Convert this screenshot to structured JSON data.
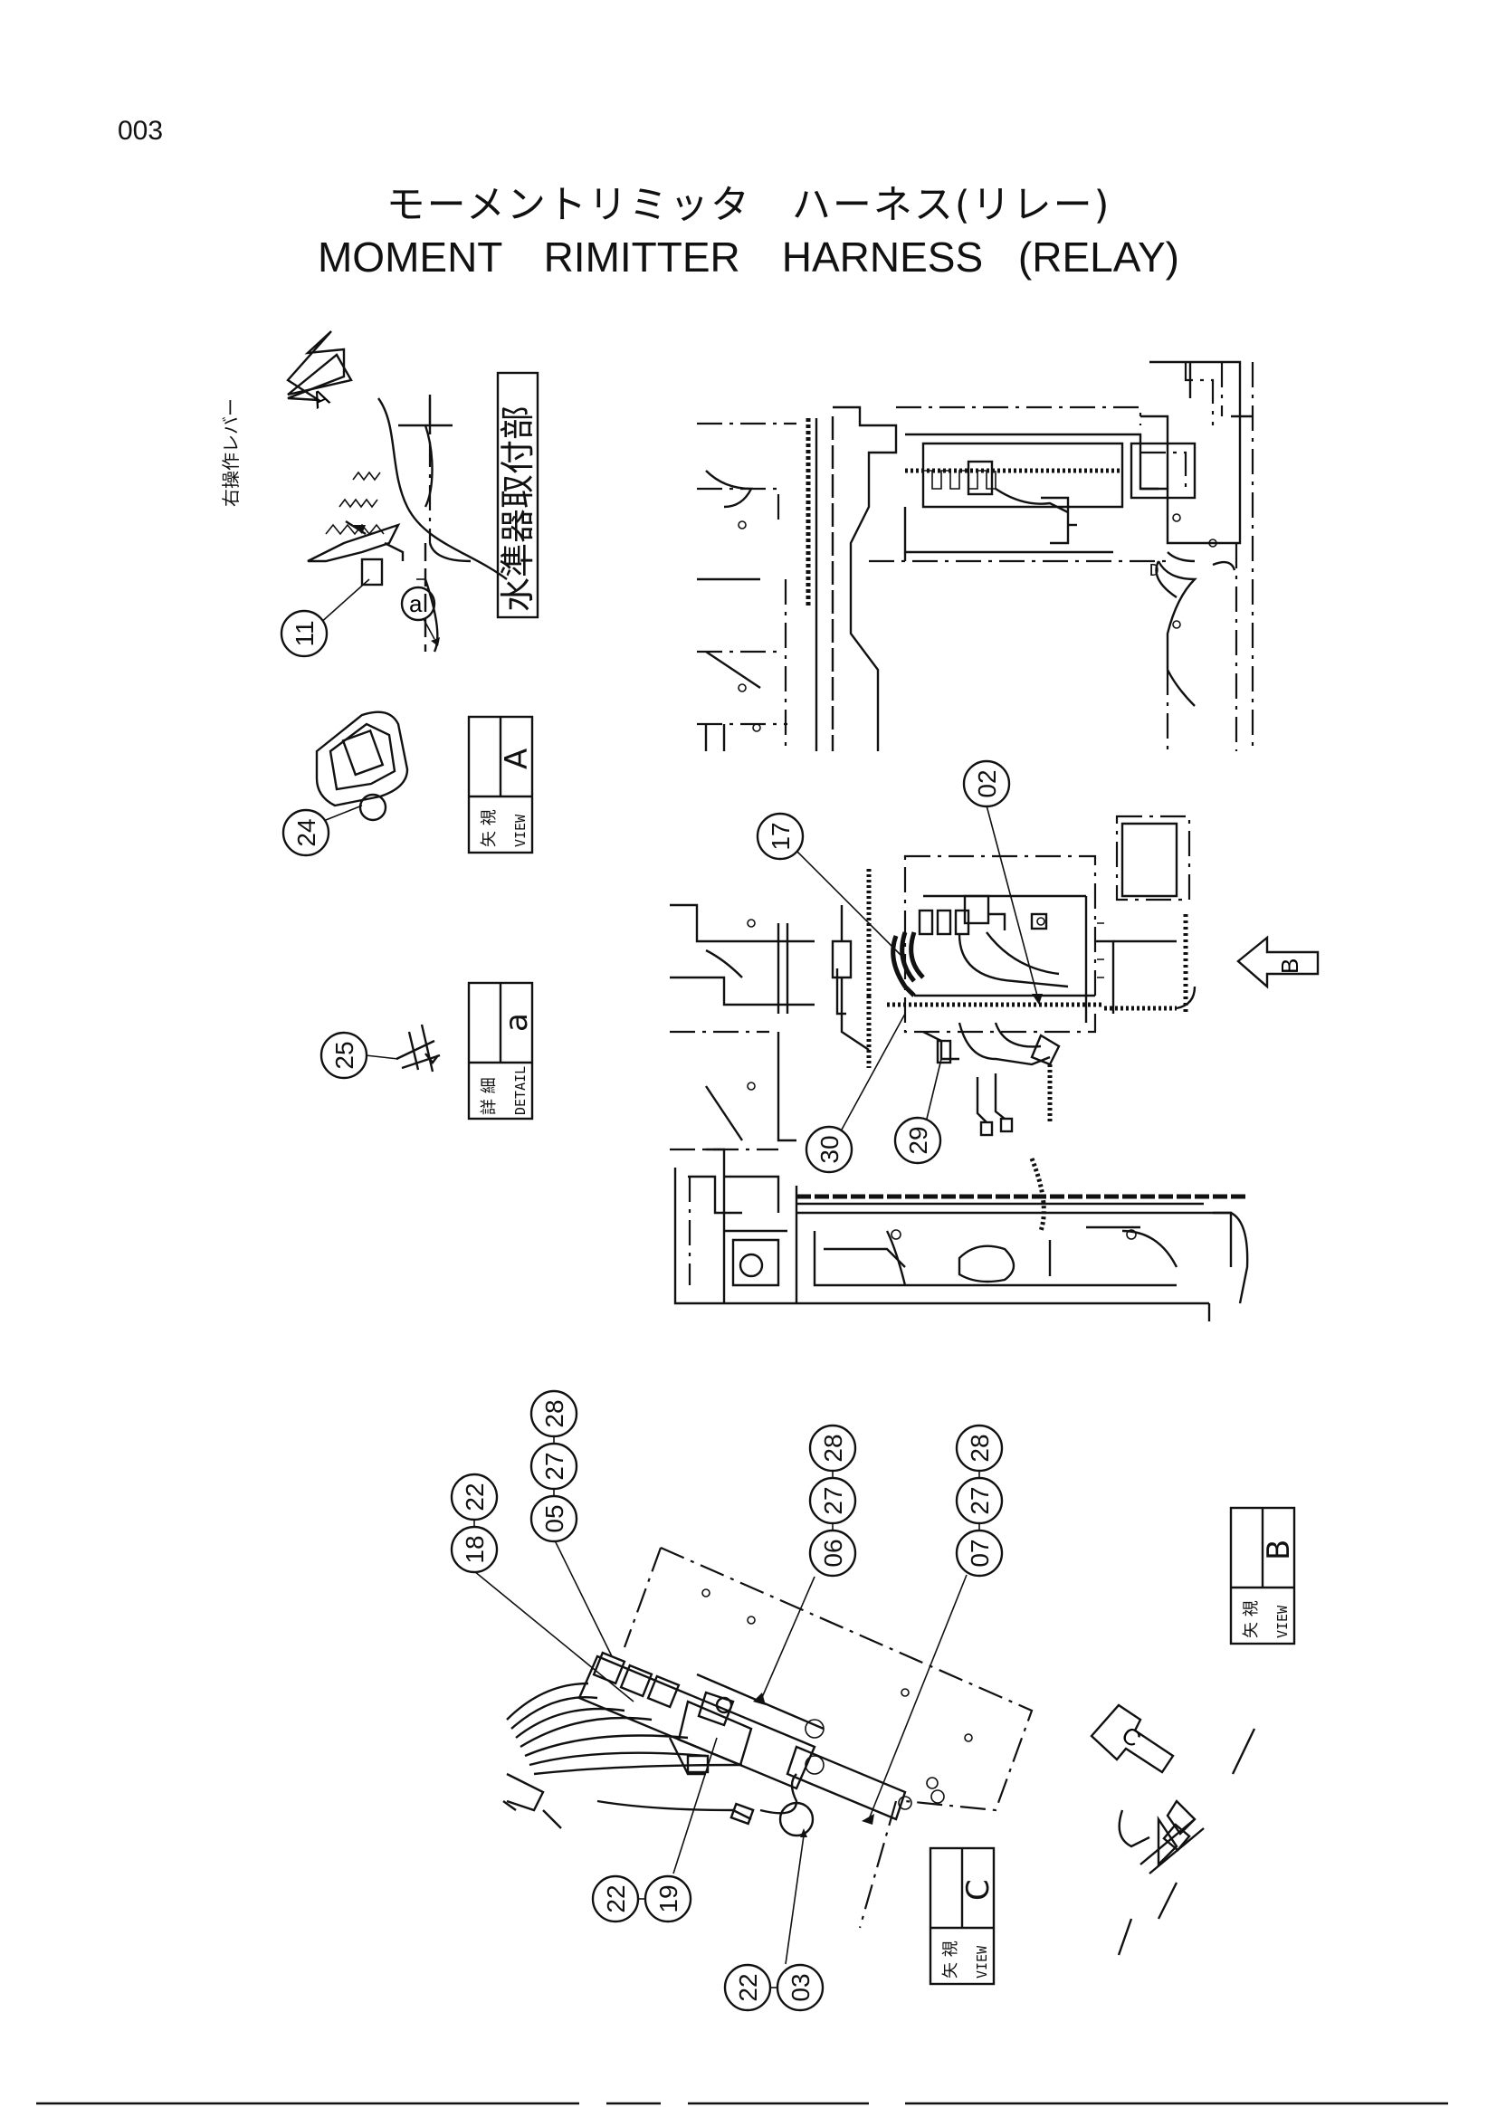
{
  "page_number": "003",
  "title_jp": "モーメントリミッタ　ハーネス(リレー)",
  "title_en": "MOMENT　RIMITTER　HARNESS (RELAY)",
  "top_left_note": "右操作レバー",
  "level_note": "水準器取付部",
  "arrow_letters": {
    "A": "A",
    "B": "B",
    "C": "C",
    "a": "a"
  },
  "views": {
    "view_a": {
      "jp": "矢 視",
      "en": "VIEW",
      "letter": "A"
    },
    "detail_a": {
      "jp": "詳 細",
      "en": "DETAIL",
      "letter": "a"
    },
    "view_b": {
      "jp": "矢 視",
      "en": "VIEW",
      "letter": "B"
    },
    "view_c": {
      "jp": "矢 視",
      "en": "VIEW",
      "letter": "C"
    }
  },
  "callouts": {
    "c11": "11",
    "c24": "24",
    "c25": "25",
    "c17": "17",
    "c02": "02",
    "c30": "30",
    "c29": "29",
    "c18": "18",
    "c22a": "22",
    "c05": "05",
    "c27a": "27",
    "c28a": "28",
    "c06": "06",
    "c27b": "27",
    "c28b": "28",
    "c07": "07",
    "c27c": "27",
    "c28c": "28",
    "c22b": "22",
    "c19": "19",
    "c22c": "22",
    "c03": "03"
  }
}
